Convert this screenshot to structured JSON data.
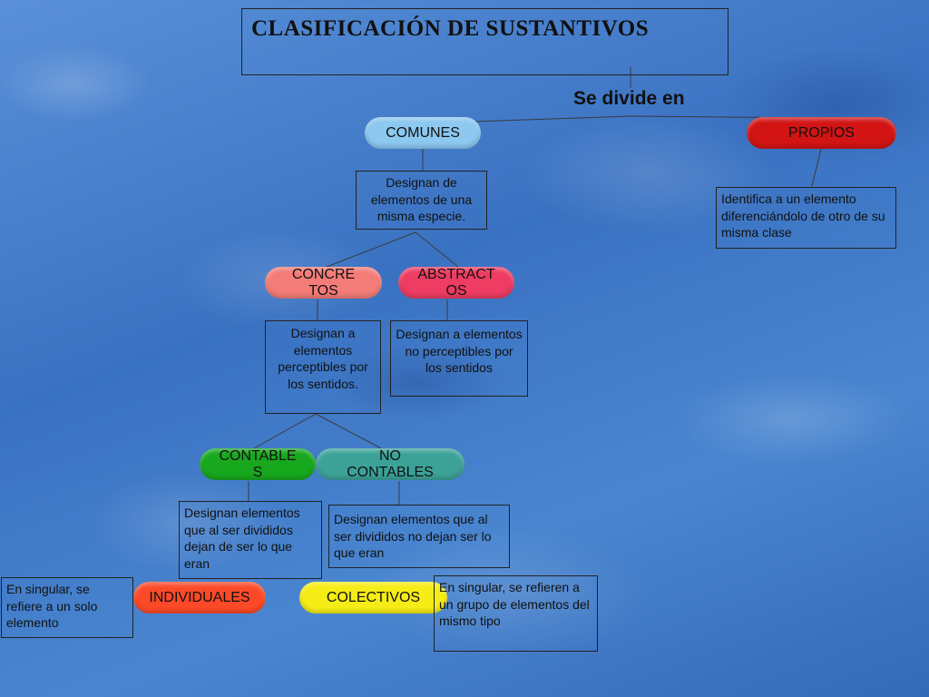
{
  "title": "CLASIFICACIÓN DE  SUSTANTIVOS",
  "connector": "Se divide en",
  "nodes": {
    "comunes": {
      "label": "COMUNES",
      "color": "#8cc8f0"
    },
    "propios": {
      "label": "PROPIOS",
      "color": "#d21414"
    },
    "concretos": {
      "label": "CONCRETOS",
      "color": "#f47c78"
    },
    "abstractos": {
      "label": "ABSTRACTOS",
      "color": "#ee3c62"
    },
    "contables": {
      "label": "CONTABLES",
      "color": "#18a81e"
    },
    "no_contables": {
      "label": "NO CONTABLES",
      "color": "#3ca298"
    },
    "individuales": {
      "label": "INDIVIDUALES",
      "color": "#fc4a28"
    },
    "colectivos": {
      "label": "COLECTIVOS",
      "color": "#f6ec16"
    }
  },
  "descriptions": {
    "comunes": "Designan de elementos de una misma especie.",
    "propios": "Identifica a un elemento diferenciándolo de otro de su misma clase",
    "concretos": "Designan a elementos perceptibles por los sentidos.",
    "abstractos": "Designan a elementos no perceptibles por los sentidos",
    "contables": "Designan elementos que al ser divididos dejan de ser lo que eran",
    "no_contables": "Designan elementos que al ser divididos no dejan ser lo que eran",
    "individuales": "En singular, se refiere a un solo elemento",
    "colectivos": "En singular, se refieren a un grupo de elementos del mismo tipo"
  }
}
